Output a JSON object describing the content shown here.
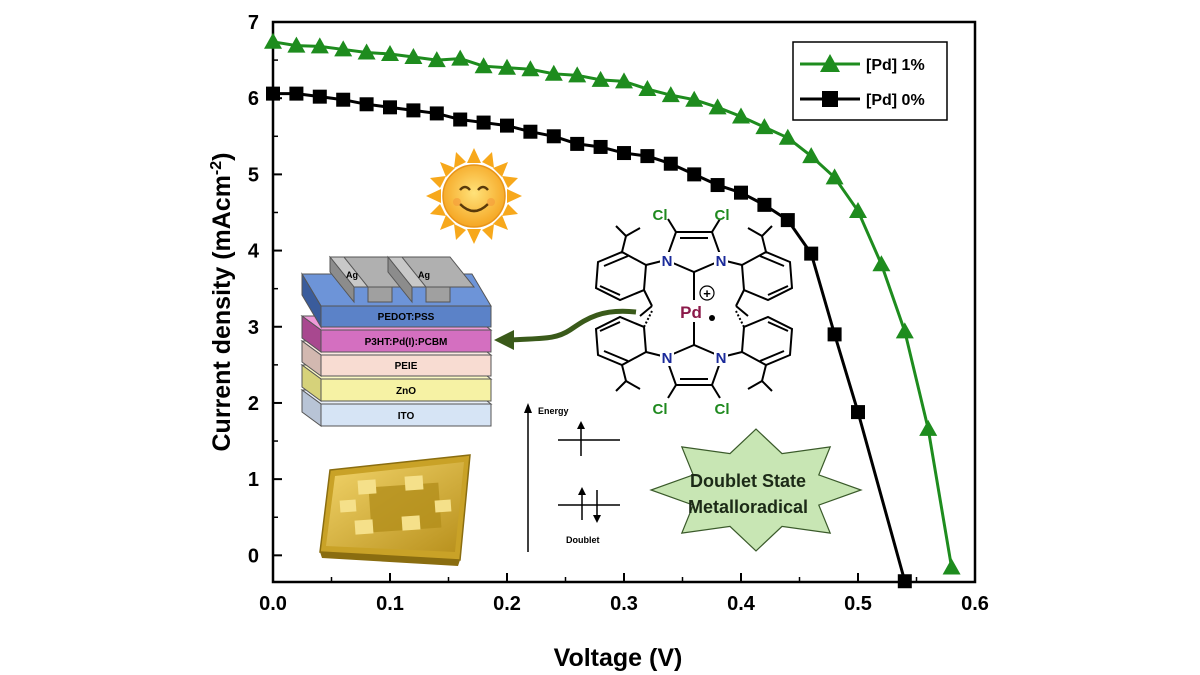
{
  "chart_data": {
    "type": "line",
    "xlabel": "Voltage (V)",
    "ylabel": "Current density (mAcm",
    "ylabel_sup": "-2",
    "ylabel_close": ")",
    "xlim": [
      0.0,
      0.6
    ],
    "ylim": [
      -0.35,
      7.0
    ],
    "x_ticks": [
      "0.0",
      "0.1",
      "0.2",
      "0.3",
      "0.4",
      "0.5",
      "0.6"
    ],
    "y_ticks": [
      "0",
      "1",
      "2",
      "3",
      "4",
      "5",
      "6",
      "7"
    ],
    "grid": false,
    "legend_position": "top-right",
    "series": [
      {
        "name": "[Pd] 1%",
        "color": "#1e8c1e",
        "marker": "triangle",
        "x": [
          0.0,
          0.02,
          0.04,
          0.06,
          0.08,
          0.1,
          0.12,
          0.14,
          0.16,
          0.18,
          0.2,
          0.22,
          0.24,
          0.26,
          0.28,
          0.3,
          0.32,
          0.34,
          0.36,
          0.38,
          0.4,
          0.42,
          0.44,
          0.46,
          0.48,
          0.5,
          0.52,
          0.54,
          0.56,
          0.58
        ],
        "y": [
          6.74,
          6.69,
          6.68,
          6.64,
          6.6,
          6.58,
          6.54,
          6.5,
          6.52,
          6.42,
          6.4,
          6.38,
          6.32,
          6.3,
          6.24,
          6.22,
          6.12,
          6.04,
          5.98,
          5.88,
          5.76,
          5.62,
          5.48,
          5.24,
          4.96,
          4.52,
          3.82,
          2.94,
          1.66,
          -0.16
        ]
      },
      {
        "name": "[Pd] 0%",
        "color": "#000000",
        "marker": "square",
        "x": [
          0.0,
          0.02,
          0.04,
          0.06,
          0.08,
          0.1,
          0.12,
          0.14,
          0.16,
          0.18,
          0.2,
          0.22,
          0.24,
          0.26,
          0.28,
          0.3,
          0.32,
          0.34,
          0.36,
          0.38,
          0.4,
          0.42,
          0.44,
          0.46,
          0.48,
          0.5,
          0.54
        ],
        "y": [
          6.06,
          6.06,
          6.02,
          5.98,
          5.92,
          5.88,
          5.84,
          5.8,
          5.72,
          5.68,
          5.64,
          5.56,
          5.5,
          5.4,
          5.36,
          5.28,
          5.24,
          5.14,
          5.0,
          4.86,
          4.76,
          4.6,
          4.4,
          3.96,
          2.9,
          1.88,
          -0.34
        ]
      }
    ]
  },
  "inset": {
    "device_layers": [
      "PEDOT:PSS",
      "P3HT:Pd(I):PCBM",
      "PEIE",
      "ZnO",
      "ITO"
    ],
    "electrode_label": "Ag",
    "molecule": {
      "metal": "Pd",
      "charge": "+",
      "cl_labels": [
        "Cl",
        "Cl",
        "Cl",
        "Cl"
      ],
      "n_labels": [
        "N",
        "N",
        "N",
        "N"
      ]
    },
    "energy_diagram": {
      "axis_label": "Energy",
      "state_label": "Doublet"
    },
    "badge": {
      "line1": "Doublet State",
      "line2": "Metalloradical",
      "fill": "#c8e6b4"
    }
  }
}
